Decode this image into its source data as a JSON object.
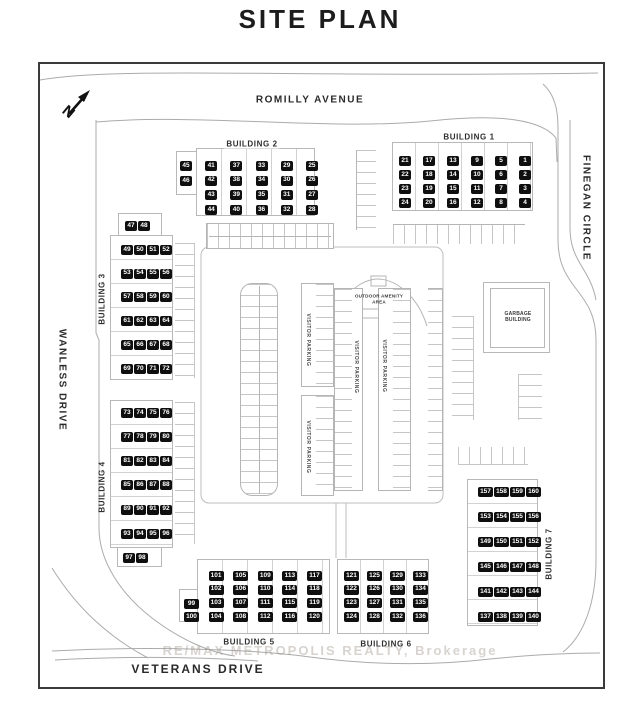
{
  "title": "SITE PLAN",
  "north_label": "N",
  "roads": {
    "top": "ROMILLY AVENUE",
    "left": "WANLESS DRIVE",
    "right": "FINEGAN CIRCLE",
    "bottom": "VETERANS DRIVE"
  },
  "labels": {
    "amenity": "OUTDOOR AMENITY AREA",
    "garbage": "GARBAGE BUILDING",
    "visitor_parking": "VISITOR PARKING"
  },
  "watermark": "RE/MAX METROPOLIS REALTY, Brokerage",
  "colors": {
    "badge_bg": "#0f0f0f",
    "badge_text": "#ffffff",
    "line": "#b5b5b5",
    "border": "#3a3a3a"
  },
  "buildings": [
    {
      "id": "b1",
      "name": "BUILDING 1",
      "layout": "cols",
      "groups": [
        [
          21,
          22,
          23,
          24
        ],
        [
          17,
          18,
          19,
          20
        ],
        [
          13,
          14,
          15,
          16
        ],
        [
          9,
          10,
          11,
          12
        ],
        [
          5,
          6,
          7,
          8
        ],
        [
          1,
          2,
          3,
          4
        ]
      ]
    },
    {
      "id": "b2",
      "name": "BUILDING 2",
      "layout": "cols",
      "groups": [
        [
          45,
          46
        ],
        [
          41,
          42,
          43,
          44
        ],
        [
          37,
          38,
          39,
          40
        ],
        [
          33,
          34,
          35,
          36
        ],
        [
          29,
          30,
          31,
          32
        ],
        [
          25,
          26,
          27,
          28
        ]
      ]
    },
    {
      "id": "b3",
      "name": "BUILDING 3",
      "layout": "rows",
      "groups": [
        [
          47,
          48
        ],
        [
          49,
          50,
          51,
          52
        ],
        [
          53,
          54,
          55,
          56
        ],
        [
          57,
          58,
          59,
          60
        ],
        [
          61,
          62,
          63,
          64
        ],
        [
          65,
          66,
          67,
          68
        ],
        [
          69,
          70,
          71,
          72
        ]
      ]
    },
    {
      "id": "b4",
      "name": "BUILDING 4",
      "layout": "rows",
      "groups": [
        [
          73,
          74,
          75,
          76
        ],
        [
          77,
          78,
          79,
          80
        ],
        [
          81,
          82,
          83,
          84
        ],
        [
          85,
          86,
          87,
          88
        ],
        [
          89,
          90,
          91,
          92
        ],
        [
          93,
          94,
          95,
          96
        ],
        [
          97,
          98
        ]
      ]
    },
    {
      "id": "b5",
      "name": "BUILDING 5",
      "layout": "cols",
      "groups": [
        [
          99,
          100
        ],
        [
          101,
          102,
          103,
          104
        ],
        [
          105,
          106,
          107,
          108
        ],
        [
          109,
          110,
          111,
          112
        ],
        [
          113,
          114,
          115,
          116
        ],
        [
          117,
          118,
          119,
          120
        ]
      ]
    },
    {
      "id": "b6",
      "name": "BUILDING 6",
      "layout": "cols",
      "groups": [
        [
          121,
          122,
          123,
          124
        ],
        [
          125,
          126,
          127,
          128
        ],
        [
          129,
          130,
          131,
          132
        ],
        [
          133,
          134,
          135,
          136
        ]
      ]
    },
    {
      "id": "b7",
      "name": "BUILDING 7",
      "layout": "rows",
      "groups": [
        [
          157,
          158,
          159,
          160
        ],
        [
          153,
          154,
          155,
          156
        ],
        [
          149,
          150,
          151,
          152
        ],
        [
          145,
          146,
          147,
          148
        ],
        [
          141,
          142,
          143,
          144
        ],
        [
          137,
          138,
          139,
          140
        ]
      ]
    }
  ]
}
